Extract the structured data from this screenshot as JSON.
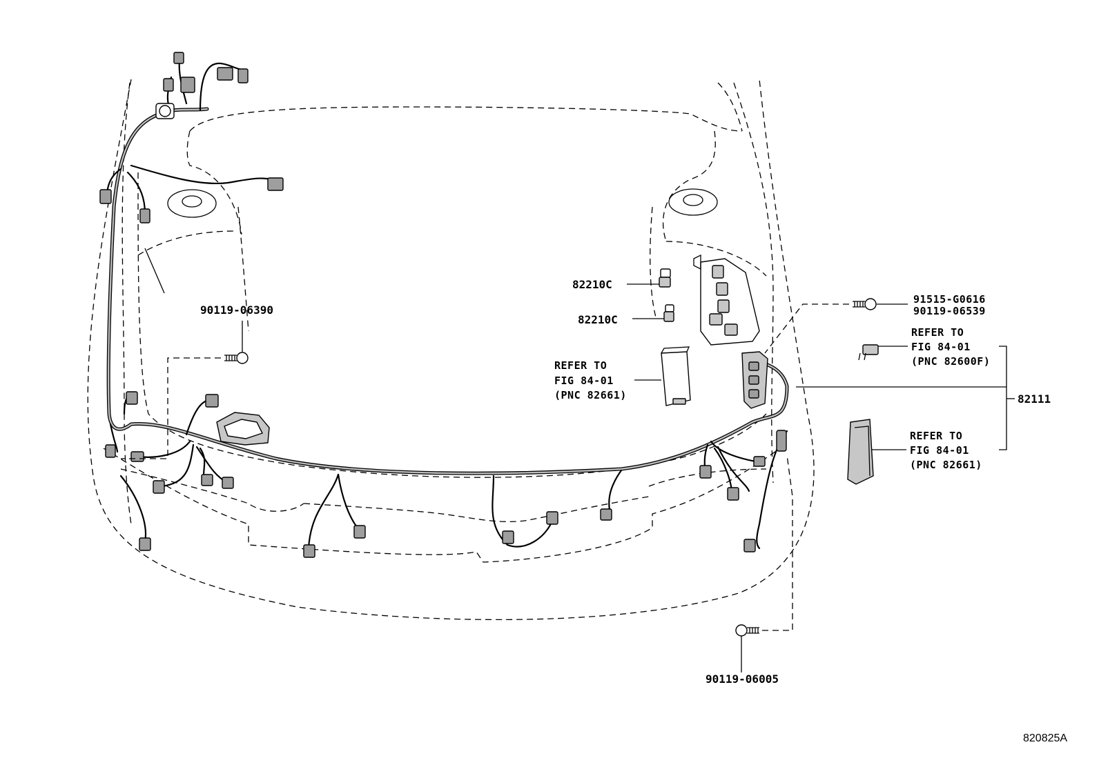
{
  "diagram": {
    "figure_code": "820825A",
    "labels": {
      "part_90119_06390": "90119-06390",
      "part_82210c_a": "82210C",
      "part_82210c_b": "82210C",
      "ref_1_line1": "REFER TO",
      "ref_1_line2": "FIG 84-01",
      "ref_1_line3": "(PNC 82661)",
      "part_91515_g0616": "91515-G0616",
      "part_90119_06539": "90119-06539",
      "ref_2_line1": "REFER TO",
      "ref_2_line2": "FIG 84-01",
      "ref_2_line3": "(PNC 82600F)",
      "part_82111": "82111",
      "ref_3_line1": "REFER TO",
      "ref_3_line2": "FIG 84-01",
      "ref_3_line3": "(PNC 82661)",
      "part_90119_06005": "90119-06005"
    }
  }
}
